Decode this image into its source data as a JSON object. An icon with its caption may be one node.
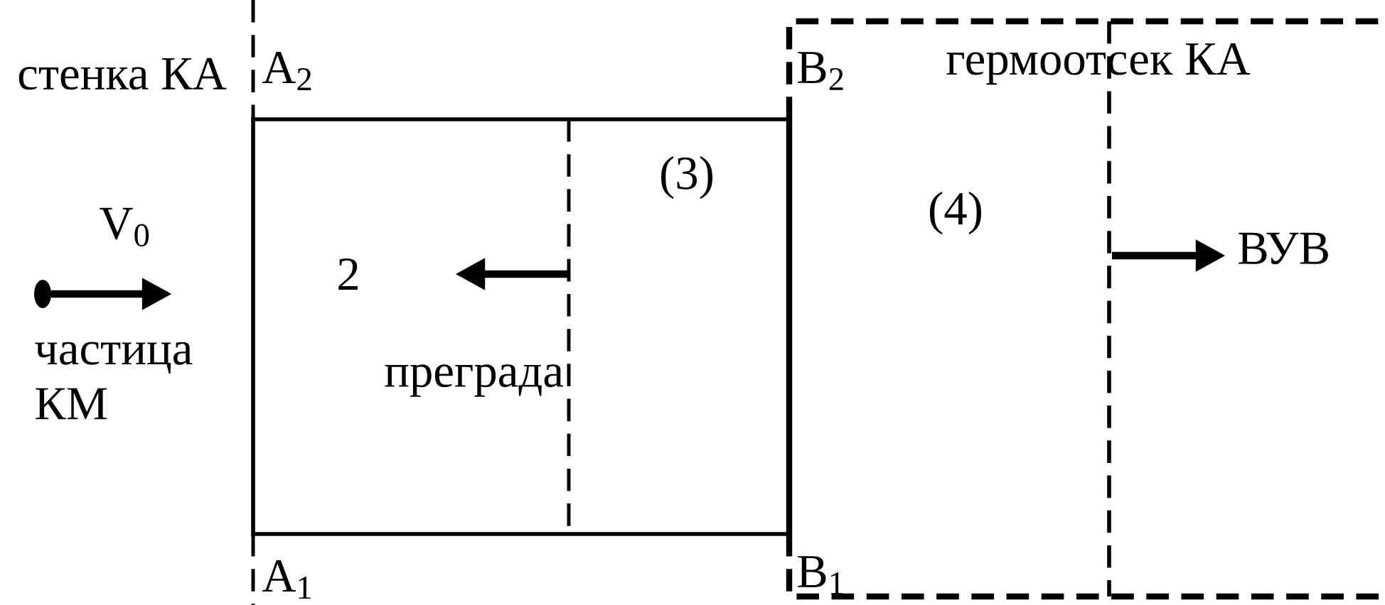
{
  "diagram": {
    "labels": [
      "стенка КА",
      "A$_{2}$",
      "B$_{2}$",
      "гермоотсек КА",
      "(3)",
      "V$_{0}$",
      "(4)",
      "ВУВ",
      "2",
      "частица КМ",
      "преграда",
      "A$_{1}$",
      "B$_{1}$"
    ]
  }
}
